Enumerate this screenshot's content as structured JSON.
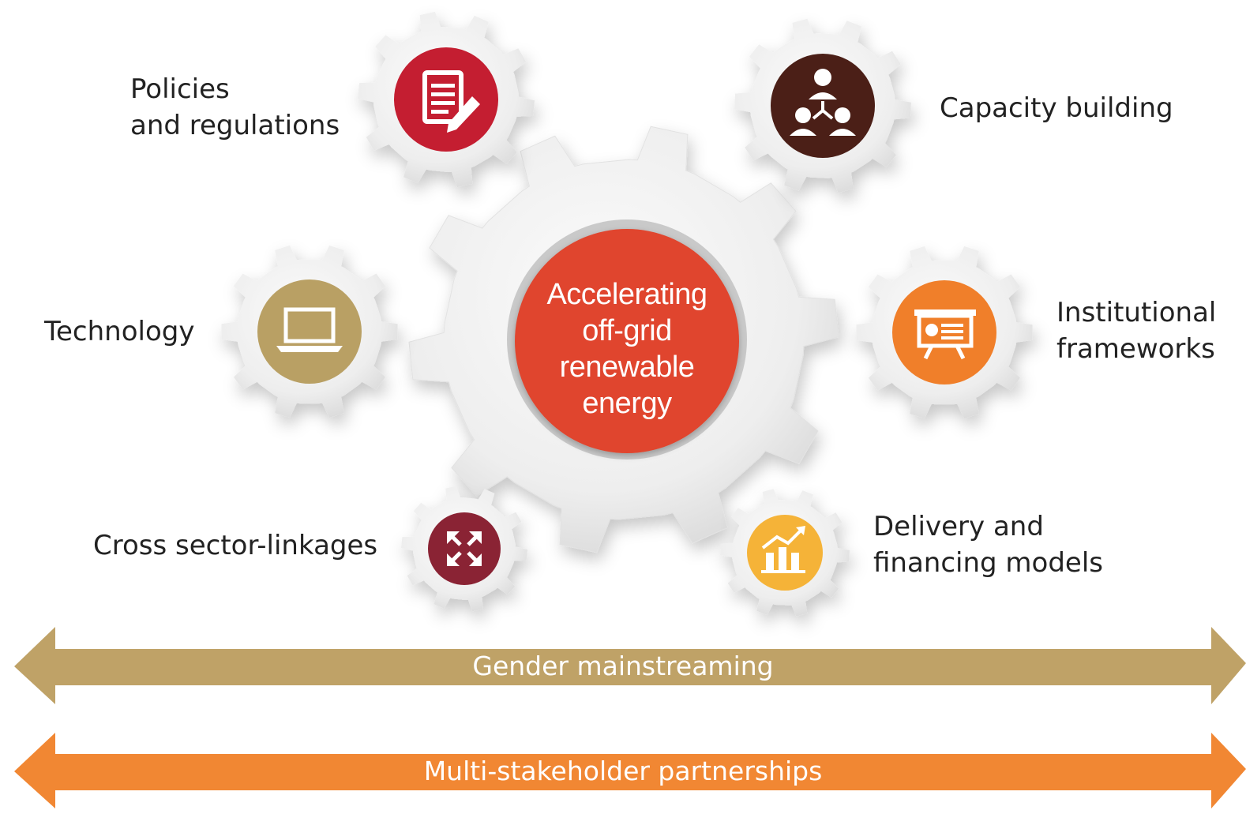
{
  "center": {
    "lines": [
      "Accelerating",
      "off-grid",
      "renewable",
      "energy"
    ],
    "color": "#e0452d"
  },
  "nodes": [
    {
      "id": "policies",
      "lines": [
        "Policies",
        "and regulations"
      ],
      "icon": "document-pencil-icon",
      "color": "#c41e31"
    },
    {
      "id": "capacity",
      "lines": [
        "Capacity building"
      ],
      "icon": "team-hierarchy-icon",
      "color": "#4b1f17"
    },
    {
      "id": "technology",
      "lines": [
        "Technology"
      ],
      "icon": "laptop-icon",
      "color": "#b9a064"
    },
    {
      "id": "institutional",
      "lines": [
        "Institutional",
        "frameworks"
      ],
      "icon": "presentation-board-icon",
      "color": "#f07f2a"
    },
    {
      "id": "cross",
      "lines": [
        "Cross sector-linkages"
      ],
      "icon": "expand-arrows-icon",
      "color": "#8a2334"
    },
    {
      "id": "delivery",
      "lines": [
        "Delivery and",
        "financing models"
      ],
      "icon": "growth-chart-icon",
      "color": "#f5b338"
    }
  ],
  "bands": [
    {
      "id": "gender",
      "label": "Gender mainstreaming",
      "color": "#bfa267"
    },
    {
      "id": "partnerships",
      "label": "Multi-stakeholder partnerships",
      "color": "#f18733"
    }
  ]
}
